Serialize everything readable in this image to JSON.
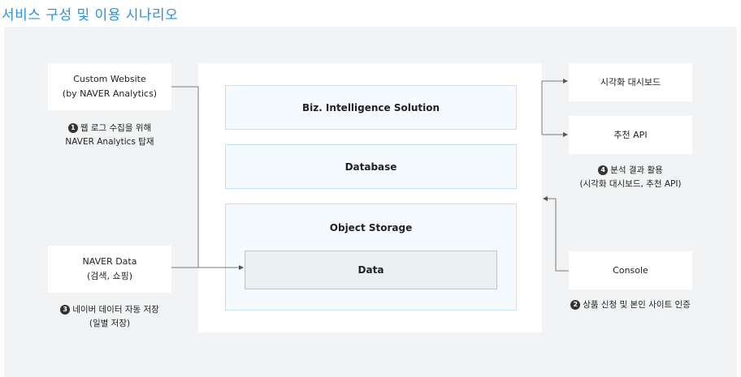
{
  "title": "서비스 구성 및 이용 시나리오",
  "sources": {
    "custom_website": {
      "line1": "Custom Website",
      "line2": "(by NAVER Analytics)"
    },
    "naver_data": {
      "line1": "NAVER Data",
      "line2": "(검색, 쇼핑)"
    }
  },
  "platform": {
    "biz_intelligence": "Biz. Intelligence Solution",
    "database": "Database",
    "object_storage": "Object Storage",
    "data": "Data"
  },
  "outputs": {
    "dashboard": "시각화 대시보드",
    "recommend_api": "추천 API",
    "console": "Console"
  },
  "notes": {
    "n1": {
      "num": "1",
      "line1": "웹 로그 수집을 위해",
      "line2": "NAVER Analytics 탑재"
    },
    "n2": {
      "num": "2",
      "line1": "상품 신청 및 본인 사이트 인증"
    },
    "n3": {
      "num": "3",
      "line1": "네이버 데이터 자동 저장",
      "line2": "(일별 저장)"
    },
    "n4": {
      "num": "4",
      "line1": "분석 결과 활용",
      "line2": "(시각화 대시보드, 추천 API)"
    }
  },
  "colors": {
    "title": "#2f8fd8",
    "background": "#f1f3f4",
    "inner_border": "#bfe3f0",
    "line": "#7a7a7a"
  }
}
